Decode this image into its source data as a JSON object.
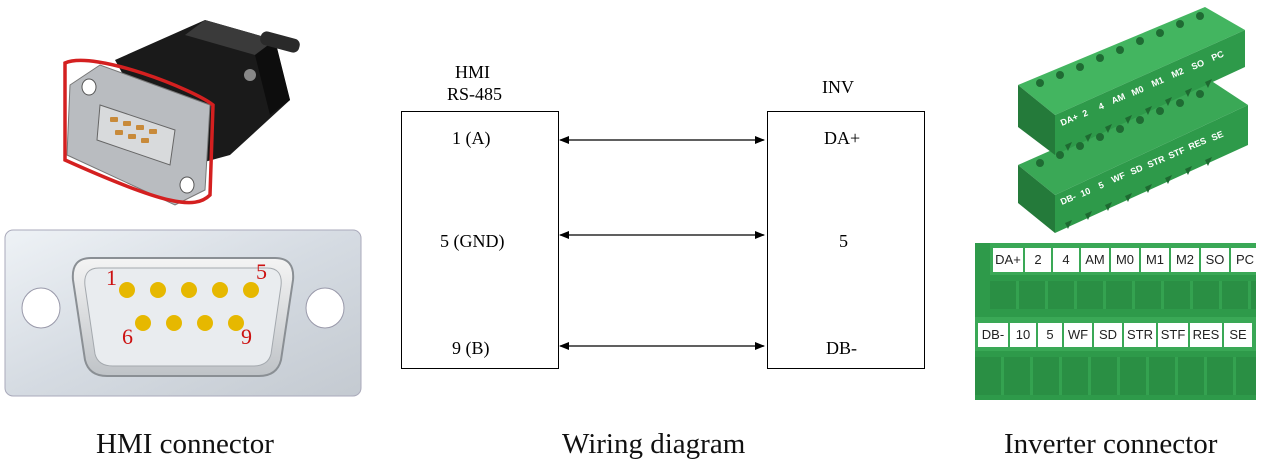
{
  "captions": {
    "hmi": "HMI connector",
    "wiring": "Wiring diagram",
    "inverter": "Inverter connector"
  },
  "wiring": {
    "hmi_title_line1": "HMI",
    "hmi_title_line2": "RS-485",
    "inv_title": "INV",
    "rows": [
      {
        "hmi": "1 (A)",
        "inv": "DA+"
      },
      {
        "hmi": "5 (GND)",
        "inv": "5"
      },
      {
        "hmi": "9 (B)",
        "inv": "DB-"
      }
    ]
  },
  "db9": {
    "pin_labels": {
      "top_left": "1",
      "top_right": "5",
      "bottom_left": "6",
      "bottom_right": "9"
    }
  },
  "terminal_block": {
    "top_row": [
      "DA+",
      "2",
      "4",
      "AM",
      "M0",
      "M1",
      "M2",
      "SO",
      "PC"
    ],
    "bottom_row": [
      "DB-",
      "10",
      "5",
      "WF",
      "SD",
      "STR",
      "STF",
      "RES",
      "SE"
    ]
  },
  "colors": {
    "terminal_green": "#2e9a4a",
    "highlight_red": "#d42020",
    "pin_gold": "#e6b800",
    "pin_label_red": "#cc1111"
  }
}
